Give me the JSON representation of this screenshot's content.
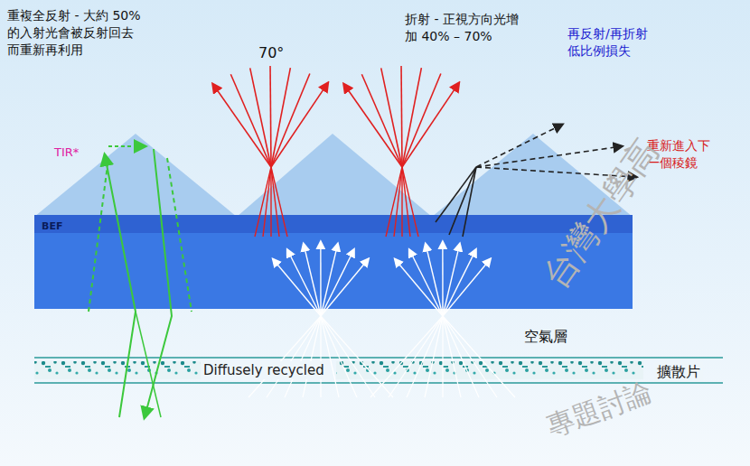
{
  "diagram": {
    "nodes": [
      {
        "text": [
          "BEF"
        ]
      }
    ],
    "labels": [
      "重複全反射 - 大約 50% 的入射光會被反射回去而重新再利用",
      "TIR*",
      "70°",
      "折射 - 正視方向光增加 40% – 70%",
      "再反射/再折射 低比例損失",
      "重新進入下一個稜鏡",
      "Diffusely recycled",
      "空氣層",
      "擴散片",
      "台灣大學高",
      "專題討論"
    ]
  }
}
